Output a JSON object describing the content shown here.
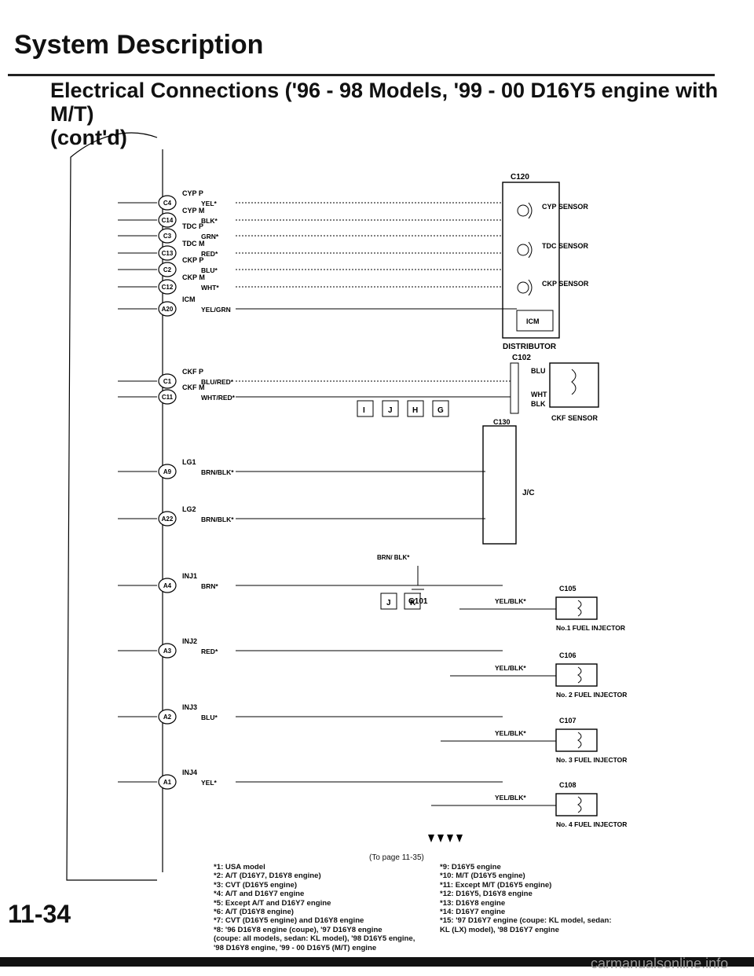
{
  "page": {
    "title": "System Description",
    "subtitle_line1": "Electrical Connections ('96 - 98 Models, '99 - 00 D16Y5 engine with M/T)",
    "subtitle_line2": "(cont'd)",
    "page_number": "11-34",
    "watermark": "carmanualsonline.info",
    "to_page": "(To page 11-35)"
  },
  "ecm_terminals": [
    {
      "pin": "C4",
      "name": "CYP P",
      "wire": "YEL*"
    },
    {
      "pin": "C14",
      "name": "CYP M",
      "wire": "BLK*"
    },
    {
      "pin": "C3",
      "name": "TDC P",
      "wire": "GRN*"
    },
    {
      "pin": "C13",
      "name": "TDC M",
      "wire": "RED*"
    },
    {
      "pin": "C2",
      "name": "CKP P",
      "wire": "BLU*"
    },
    {
      "pin": "C12",
      "name": "CKP M",
      "wire": "WHT*"
    },
    {
      "pin": "A20",
      "name": "ICM",
      "wire": "YEL/GRN"
    },
    {
      "pin": "C1",
      "name": "CKF P",
      "wire": "BLU/RED*"
    },
    {
      "pin": "C11",
      "name": "CKF M",
      "wire": "WHT/RED*"
    },
    {
      "pin": "A9",
      "name": "LG1",
      "wire": "BRN/BLK*"
    },
    {
      "pin": "A22",
      "name": "LG2",
      "wire": "BRN/BLK*"
    },
    {
      "pin": "A4",
      "name": "INJ1",
      "wire": "BRN*"
    },
    {
      "pin": "A3",
      "name": "INJ2",
      "wire": "RED*"
    },
    {
      "pin": "A2",
      "name": "INJ3",
      "wire": "BLU*"
    },
    {
      "pin": "A1",
      "name": "INJ4",
      "wire": "YEL*"
    }
  ],
  "distributor": {
    "connector": "C120",
    "label": "DISTRIBUTOR",
    "sensors": [
      "CYP SENSOR",
      "TDC SENSOR",
      "CKP SENSOR",
      "ICM"
    ]
  },
  "ckf_sensor": {
    "connector": "C102",
    "label": "CKF SENSOR",
    "wire1": "BLU",
    "wire2": "WHT",
    "wire3": "BLK"
  },
  "junction": {
    "connector": "C130",
    "label": "J/C",
    "letters": [
      "I",
      "J",
      "H",
      "G",
      "J",
      "K"
    ],
    "gnd_wire": "BRN/ BLK*"
  },
  "ground": {
    "label": "G101"
  },
  "injectors": [
    {
      "connector": "C105",
      "label": "No.1 FUEL INJECTOR",
      "wire": "YEL/BLK*"
    },
    {
      "connector": "C106",
      "label": "No. 2 FUEL INJECTOR",
      "wire": "YEL/BLK*"
    },
    {
      "connector": "C107",
      "label": "No. 3 FUEL INJECTOR",
      "wire": "YEL/BLK*"
    },
    {
      "connector": "C108",
      "label": "No. 4 FUEL INJECTOR",
      "wire": "YEL/BLK*"
    }
  ],
  "notes_left": [
    "*1: USA model",
    "*2: A/T (D16Y7, D16Y8 engine)",
    "*3: CVT (D16Y5 engine)",
    "*4: A/T and D16Y7 engine",
    "*5: Except A/T and D16Y7 engine",
    "*6: A/T (D16Y8 engine)",
    "*7: CVT (D16Y5 engine) and D16Y8 engine",
    "*8: '96 D16Y8 engine (coupe), '97 D16Y8 engine",
    "(coupe: all models, sedan: KL model), '98 D16Y5 engine,",
    "'98 D16Y8 engine, '99 - 00 D16Y5 (M/T) engine"
  ],
  "notes_right": [
    "*9: D16Y5 engine",
    "*10: M/T (D16Y5 engine)",
    "*11: Except M/T (D16Y5 engine)",
    "*12: D16Y5, D16Y8 engine",
    "*13: D16Y8 engine",
    "*14: D16Y7 engine",
    "*15: '97 D16Y7 engine (coupe: KL model, sedan:",
    "KL (LX) model), '98 D16Y7 engine"
  ]
}
